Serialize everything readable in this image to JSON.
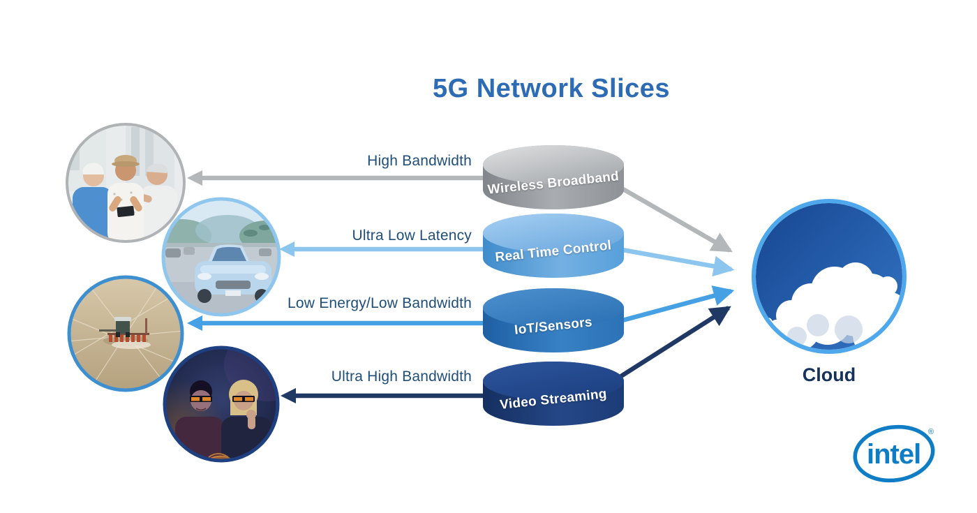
{
  "title": "5G Network Slices",
  "slices": [
    {
      "name": "Wireless Broadband",
      "requirement": "High Bandwidth",
      "color": "#9DA2A7",
      "arrow_color": "#B3B7BA",
      "photo": "friends-smartphone-photo"
    },
    {
      "name": "Real Time Control",
      "requirement": "Ultra Low Latency",
      "color": "#5FA5DD",
      "arrow_color": "#8CC5EE",
      "photo": "connected-car-photo"
    },
    {
      "name": "IoT/Sensors",
      "requirement": "Low Energy/Low Bandwidth",
      "color": "#2C74BA",
      "arrow_color": "#46A0E4",
      "photo": "farm-tractor-photo"
    },
    {
      "name": "Video Streaming",
      "requirement": "Ultra High Bandwidth",
      "color": "#1E3F7E",
      "arrow_color": "#1F3864",
      "photo": "movie-viewers-3d-photo"
    }
  ],
  "cloud": {
    "label": "Cloud",
    "ring_color": "#4FA8EC"
  },
  "logo": {
    "text": "intel",
    "registered": "®",
    "color": "#0F7DC5"
  },
  "colors": {
    "background": "#FFFFFF",
    "title_text": "#2D6BB4",
    "label_text": "#1F4E79"
  }
}
